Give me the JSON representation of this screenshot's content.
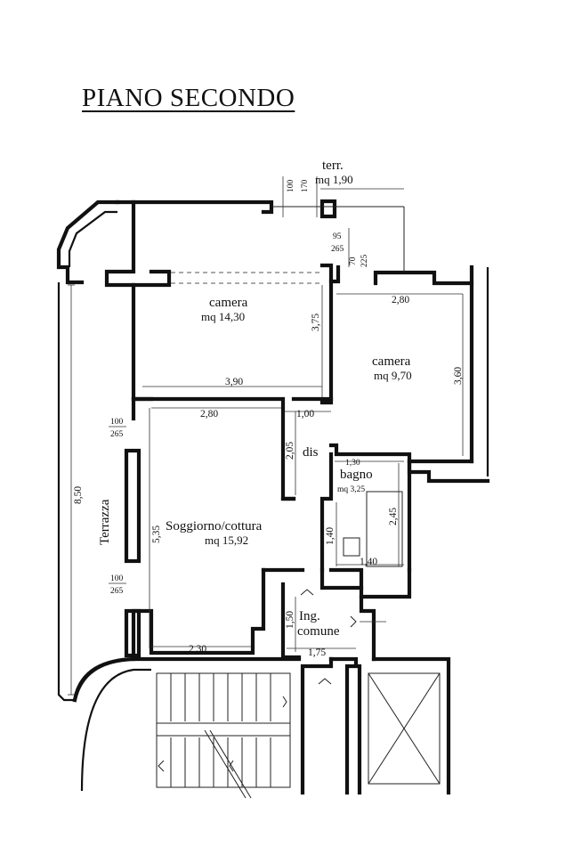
{
  "title": "PIANO SECONDO",
  "rooms": {
    "terr_name": "terr.",
    "terr_area": "mq 1,90",
    "camera1_name": "camera",
    "camera1_area": "mq 14,30",
    "camera2_name": "camera",
    "camera2_area": "mq 9,70",
    "dis_name": "dis",
    "bagno_name": "bagno",
    "bagno_area": "mq 3,25",
    "soggiorno_name": "Soggiorno/cottura",
    "soggiorno_area": "mq 15,92",
    "terrazza_name": "Terrazza",
    "ingresso_line1": "Ing.",
    "ingresso_line2": "comune"
  },
  "dimensions": {
    "d100_top": "100",
    "d170_top": "170",
    "d95": "95",
    "d265_top": "265",
    "d70": "70",
    "d225": "225",
    "d280_camera2": "2,80",
    "d375": "3,75",
    "d390": "3,90",
    "d360": "3,60",
    "d280_soggiorno": "2,80",
    "d100_dis": "1,00",
    "d205": "2,05",
    "d130": "1,30",
    "d245": "2,45",
    "d140_vert": "1,40",
    "d140_horiz": "1,40",
    "d535": "5,35",
    "d850": "8,50",
    "w100_a": "100",
    "w265_a": "265",
    "w100_b": "100",
    "w265_b": "265",
    "d150": "1,50",
    "d175": "1,75",
    "d230": "2,30"
  }
}
